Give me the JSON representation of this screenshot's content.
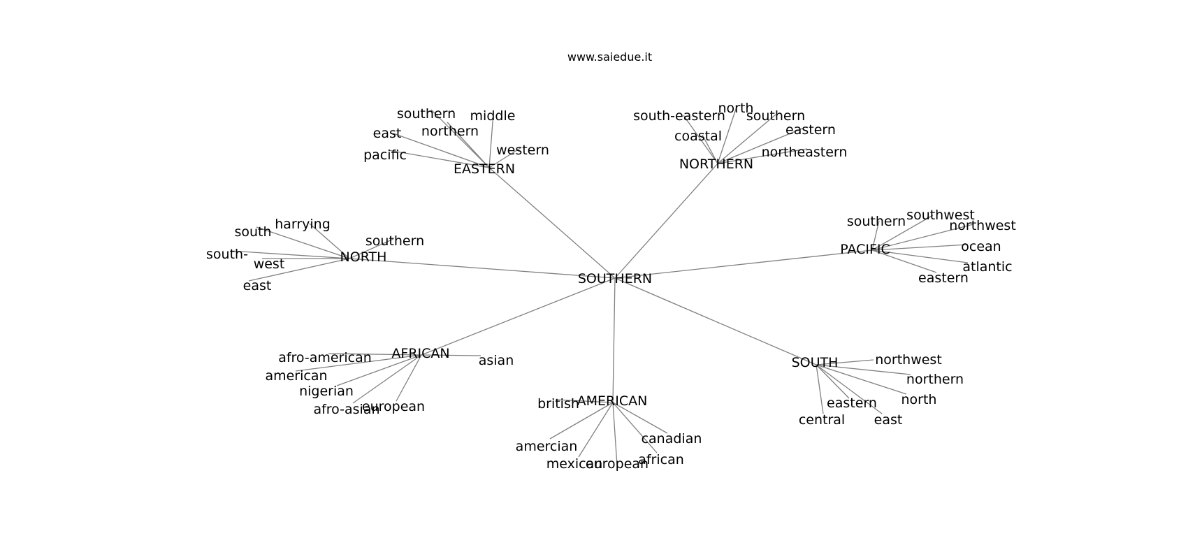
{
  "title": "www.saiedue.it",
  "graph": {
    "root": "SOUTHERN",
    "hubs": [
      {
        "label": "EASTERN",
        "leaves": [
          "southern",
          "middle",
          "east",
          "northern",
          "western",
          "pacific"
        ]
      },
      {
        "label": "NORTHERN",
        "leaves": [
          "south-eastern",
          "north",
          "southern",
          "coastal",
          "eastern",
          "northeastern"
        ]
      },
      {
        "label": "NORTH",
        "leaves": [
          "harrying",
          "south",
          "southern",
          "south-",
          "west",
          "east"
        ]
      },
      {
        "label": "PACIFIC",
        "leaves": [
          "southern",
          "southwest",
          "northwest",
          "ocean",
          "atlantic",
          "eastern"
        ]
      },
      {
        "label": "AFRICAN",
        "leaves": [
          "afro-american",
          "asian",
          "american",
          "nigerian",
          "afro-asian",
          "european"
        ]
      },
      {
        "label": "AMERICAN",
        "leaves": [
          "british",
          "amercian",
          "canadian",
          "mexican",
          "european",
          "african"
        ]
      },
      {
        "label": "SOUTH",
        "leaves": [
          "northwest",
          "northern",
          "north",
          "eastern",
          "central",
          "east"
        ]
      }
    ]
  }
}
